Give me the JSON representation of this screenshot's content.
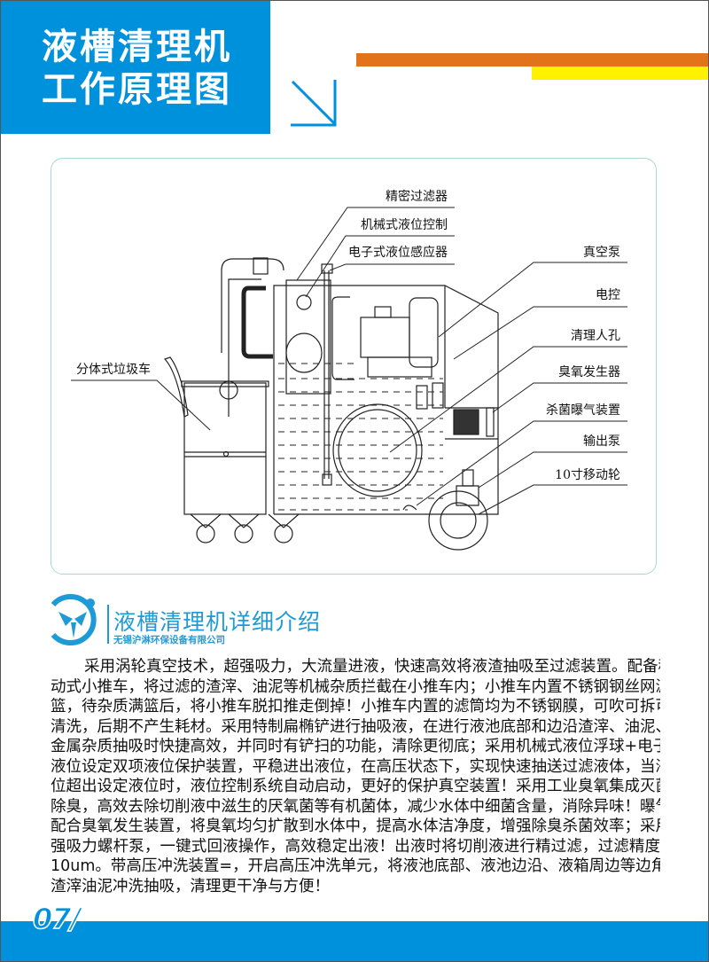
{
  "header": {
    "title_line1": "液槽清理机",
    "title_line2": "工作原理图",
    "accent_blue": "#0091dc",
    "accent_orange": "#e2731a",
    "accent_yellow": "#fff200",
    "arrow_icon": "arrow-down-right-icon"
  },
  "diagram": {
    "labels_top": [
      "精密过滤器",
      "机械式液位控制",
      "电子式液位感应器"
    ],
    "labels_right": [
      "真空泵",
      "电控",
      "清理人孔",
      "臭氧发生器",
      "杀菌曝气装置",
      "输出泵",
      "10寸移动轮"
    ],
    "label_left": "分体式垃圾车"
  },
  "section": {
    "title": "液槽清理机详细介绍",
    "company": "无锡沪淋环保设备有限公司",
    "logo_icon": "company-logo-icon"
  },
  "body_lines": [
    "采用涡轮真空技术，超强吸力，大流量进液，快速高效将液渣抽吸至过滤装置。配备移",
    "动式小推车，将过滤的渣滓、油泥等机械杂质拦截在小推车内；小推车内置不锈钢钢丝网滤",
    "篮，待杂质满篮后，将小推车脱扣推走倒掉！小推车内置的滤筒均为不锈钢膜，可吹可拆可",
    "清洗，后期不产生耗材。采用特制扁椭铲进行抽吸液，在进行液池底部和边沿渣滓、油泥、",
    "金属杂质抽吸时快捷高效，并同时有铲扫的功能，清除更彻底；采用机械式液位浮球+电子",
    "液位设定双项液位保护装置，平稳进出液位，在高压状态下，实现快速抽送过滤液体，当液",
    "位超出设定液位时，液位控制系统自动启动，更好的保护真空装置！采用工业臭氧集成灭菌",
    "除臭，高效去除切削液中滋生的厌氧菌等有机菌体，减少水体中细菌含量，消除异味！曝气",
    "配合臭氧发生装置，将臭氧均匀扩散到水体中，提高水体洁净度，增强除臭杀菌效率；采用",
    "强吸力螺杆泵，一键式回液操作，高效稳定出液！出液时将切削液进行精过滤，过滤精度",
    "10um。带高压冲洗装置=，开启高压冲洗单元，将液池底部、液池边沿、液箱周边等边角",
    "渣滓油泥冲洗抽吸，清理更干净与方便！"
  ],
  "footer": {
    "page_number": "07/"
  }
}
